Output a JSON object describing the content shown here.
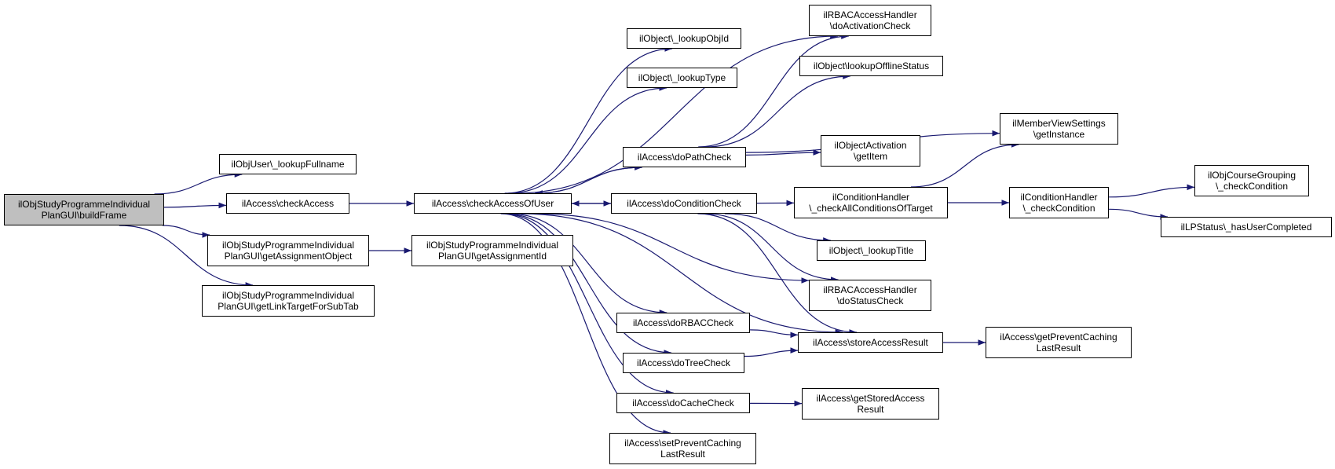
{
  "graph": {
    "edge_color": "#191970",
    "root_fill": "#bfbfbf",
    "nodes": [
      {
        "id": "buildFrame",
        "label": "ilObjStudyProgrammeIndividual\nPlanGUI\\buildFrame",
        "root": true
      },
      {
        "id": "lookupFullname",
        "label": "ilObjUser\\_lookupFullname"
      },
      {
        "id": "checkAccess",
        "label": "ilAccess\\checkAccess"
      },
      {
        "id": "getAssignmentObject",
        "label": "ilObjStudyProgrammeIndividual\nPlanGUI\\getAssignmentObject"
      },
      {
        "id": "getLinkTargetForSubTab",
        "label": "ilObjStudyProgrammeIndividual\nPlanGUI\\getLinkTargetForSubTab"
      },
      {
        "id": "checkAccessOfUser",
        "label": "ilAccess\\checkAccessOfUser"
      },
      {
        "id": "getAssignmentId",
        "label": "ilObjStudyProgrammeIndividual\nPlanGUI\\getAssignmentId"
      },
      {
        "id": "lookupObjId",
        "label": "ilObject\\_lookupObjId"
      },
      {
        "id": "lookupType",
        "label": "ilObject\\_lookupType"
      },
      {
        "id": "doPathCheck",
        "label": "ilAccess\\doPathCheck"
      },
      {
        "id": "doConditionCheck",
        "label": "ilAccess\\doConditionCheck"
      },
      {
        "id": "doRBACCheck",
        "label": "ilAccess\\doRBACCheck"
      },
      {
        "id": "doTreeCheck",
        "label": "ilAccess\\doTreeCheck"
      },
      {
        "id": "doCacheCheck",
        "label": "ilAccess\\doCacheCheck"
      },
      {
        "id": "setPreventCaching",
        "label": "ilAccess\\setPreventCaching\nLastResult"
      },
      {
        "id": "doActivationCheck",
        "label": "ilRBACAccessHandler\n\\doActivationCheck"
      },
      {
        "id": "lookupOfflineStatus",
        "label": "ilObject\\lookupOfflineStatus"
      },
      {
        "id": "getItem",
        "label": "ilObjectActivation\n\\getItem"
      },
      {
        "id": "checkAllConditions",
        "label": "ilConditionHandler\n\\_checkAllConditionsOfTarget"
      },
      {
        "id": "lookupTitle",
        "label": "ilObject\\_lookupTitle"
      },
      {
        "id": "doStatusCheck",
        "label": "ilRBACAccessHandler\n\\doStatusCheck"
      },
      {
        "id": "storeAccessResult",
        "label": "ilAccess\\storeAccessResult"
      },
      {
        "id": "getStoredAccessResult",
        "label": "ilAccess\\getStoredAccess\nResult"
      },
      {
        "id": "getInstance",
        "label": "ilMemberViewSettings\n\\getInstance"
      },
      {
        "id": "checkCondition",
        "label": "ilConditionHandler\n\\_checkCondition"
      },
      {
        "id": "getPreventCachingLast",
        "label": "ilAccess\\getPreventCaching\nLastResult"
      },
      {
        "id": "courseGroupingCheck",
        "label": "ilObjCourseGrouping\n\\_checkCondition"
      },
      {
        "id": "hasUserCompleted",
        "label": "ilLPStatus\\_hasUserCompleted"
      }
    ],
    "edges": [
      [
        "buildFrame",
        "lookupFullname"
      ],
      [
        "buildFrame",
        "checkAccess"
      ],
      [
        "buildFrame",
        "getAssignmentObject"
      ],
      [
        "buildFrame",
        "getLinkTargetForSubTab"
      ],
      [
        "checkAccess",
        "checkAccessOfUser"
      ],
      [
        "getAssignmentObject",
        "getAssignmentId"
      ],
      [
        "checkAccessOfUser",
        "lookupObjId"
      ],
      [
        "checkAccessOfUser",
        "lookupType"
      ],
      [
        "checkAccessOfUser",
        "doActivationCheck"
      ],
      [
        "checkAccessOfUser",
        "doPathCheck"
      ],
      [
        "checkAccessOfUser",
        "doConditionCheck"
      ],
      [
        "checkAccessOfUser",
        "doStatusCheck"
      ],
      [
        "checkAccessOfUser",
        "storeAccessResult"
      ],
      [
        "checkAccessOfUser",
        "doRBACCheck"
      ],
      [
        "checkAccessOfUser",
        "doTreeCheck"
      ],
      [
        "checkAccessOfUser",
        "doCacheCheck"
      ],
      [
        "checkAccessOfUser",
        "setPreventCaching"
      ],
      [
        "doPathCheck",
        "checkAccessOfUser"
      ],
      [
        "doPathCheck",
        "doActivationCheck"
      ],
      [
        "doPathCheck",
        "lookupOfflineStatus"
      ],
      [
        "doPathCheck",
        "getInstance"
      ],
      [
        "doPathCheck",
        "getItem"
      ],
      [
        "doConditionCheck",
        "checkAccessOfUser"
      ],
      [
        "doConditionCheck",
        "checkAllConditions"
      ],
      [
        "doConditionCheck",
        "lookupTitle"
      ],
      [
        "doConditionCheck",
        "doStatusCheck"
      ],
      [
        "doConditionCheck",
        "storeAccessResult"
      ],
      [
        "checkAllConditions",
        "getInstance"
      ],
      [
        "checkAllConditions",
        "checkCondition"
      ],
      [
        "checkCondition",
        "courseGroupingCheck"
      ],
      [
        "checkCondition",
        "hasUserCompleted"
      ],
      [
        "doRBACCheck",
        "storeAccessResult"
      ],
      [
        "doTreeCheck",
        "storeAccessResult"
      ],
      [
        "doCacheCheck",
        "getStoredAccessResult"
      ],
      [
        "storeAccessResult",
        "getPreventCachingLast"
      ]
    ]
  }
}
